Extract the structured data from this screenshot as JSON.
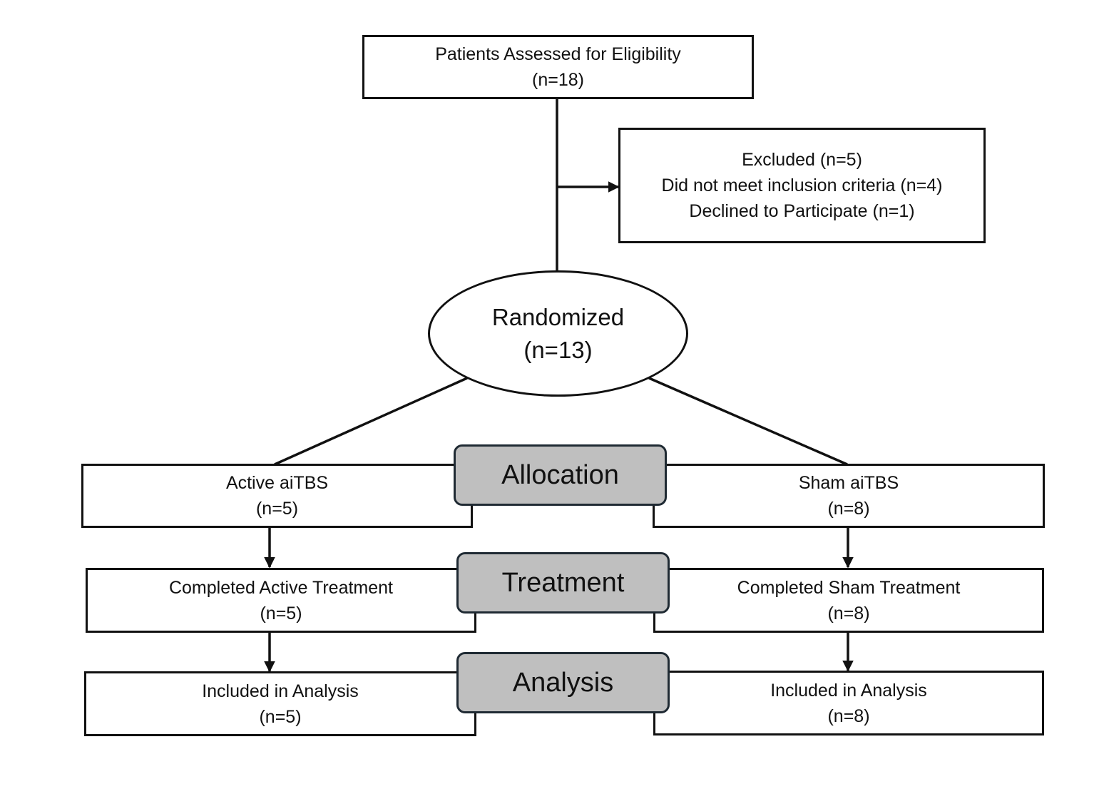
{
  "assessed": {
    "title": "Patients Assessed for Eligibility",
    "count": "(n=18)"
  },
  "excluded": {
    "title": "Excluded (n=5)",
    "reason_1": "Did not meet inclusion criteria (n=4)",
    "reason_2": "Declined to Participate (n=1)"
  },
  "randomized": {
    "title": "Randomized",
    "count": "(n=13)"
  },
  "stages": {
    "allocation": "Allocation",
    "treatment": "Treatment",
    "analysis": "Analysis"
  },
  "active_arm": {
    "allocation": {
      "title": "Active aiTBS",
      "count": "(n=5)"
    },
    "treatment": {
      "title": "Completed Active Treatment",
      "count": "(n=5)"
    },
    "analysis": {
      "title": "Included in Analysis",
      "count": "(n=5)"
    }
  },
  "sham_arm": {
    "allocation": {
      "title": "Sham aiTBS",
      "count": "(n=8)"
    },
    "treatment": {
      "title": "Completed Sham Treatment",
      "count": "(n=8)"
    },
    "analysis": {
      "title": "Included in Analysis",
      "count": "(n=8)"
    }
  },
  "colors": {
    "stroke": "#111111",
    "stage_fill": "#bfbfbf",
    "stage_border": "#1f2a33"
  }
}
